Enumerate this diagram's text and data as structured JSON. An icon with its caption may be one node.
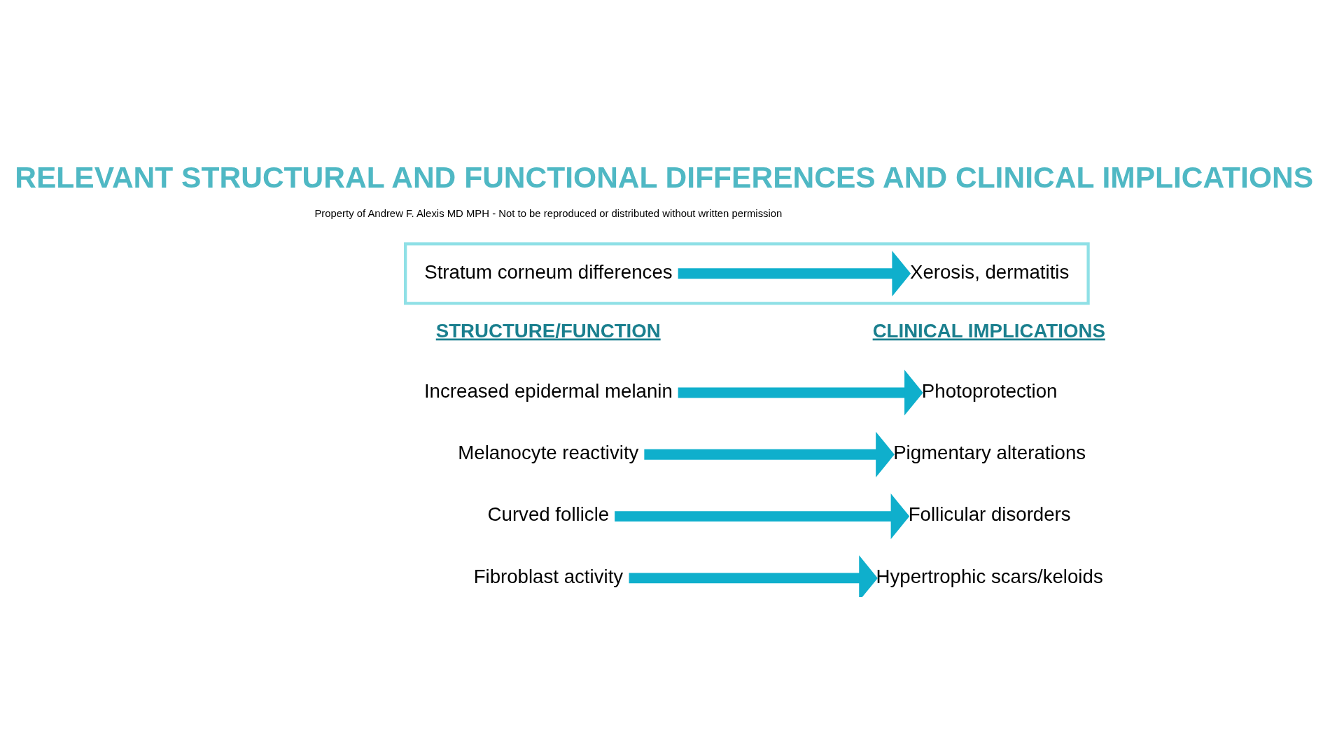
{
  "diagram": {
    "title": "RELEVANT STRUCTURAL AND FUNCTIONAL DIFFERENCES AND CLINICAL IMPLICATIONS",
    "nodes": [
      {
        "text": [
          "Increased epidermal melanin"
        ]
      },
      {
        "text": [
          "Photoprotection"
        ]
      },
      {
        "text": [
          "Melanocyte reactivity"
        ]
      },
      {
        "text": [
          "Pigmentary alterations"
        ]
      },
      {
        "text": [
          "Curved follicle"
        ]
      },
      {
        "text": [
          "Follicular disorders"
        ]
      },
      {
        "text": [
          "Fibroblast activity"
        ]
      },
      {
        "text": [
          "Hypertrophic scars/keloids"
        ]
      },
      {
        "text": [],
        "shape": "box"
      },
      {
        "text": [
          "Stratum corneum differences"
        ],
        "in": 8
      },
      {
        "text": [
          "Xerosis, dermatitis"
        ],
        "in": 8
      }
    ],
    "edges": [
      {
        "from": 0,
        "to": 1,
        "arrow": "to"
      },
      {
        "from": 2,
        "to": 3,
        "arrow": "to"
      },
      {
        "from": 4,
        "to": 5,
        "arrow": "to"
      },
      {
        "from": 6,
        "to": 7,
        "arrow": "to"
      },
      {
        "from": 9,
        "to": 10,
        "arrow": "to"
      }
    ],
    "labels": [
      "STRUCTURE/FUNCTION",
      "CLINICAL IMPLICATIONS",
      "Property of Andrew F. Alexis MD MPH - Not to be reproduced or distributed without written permission"
    ]
  }
}
